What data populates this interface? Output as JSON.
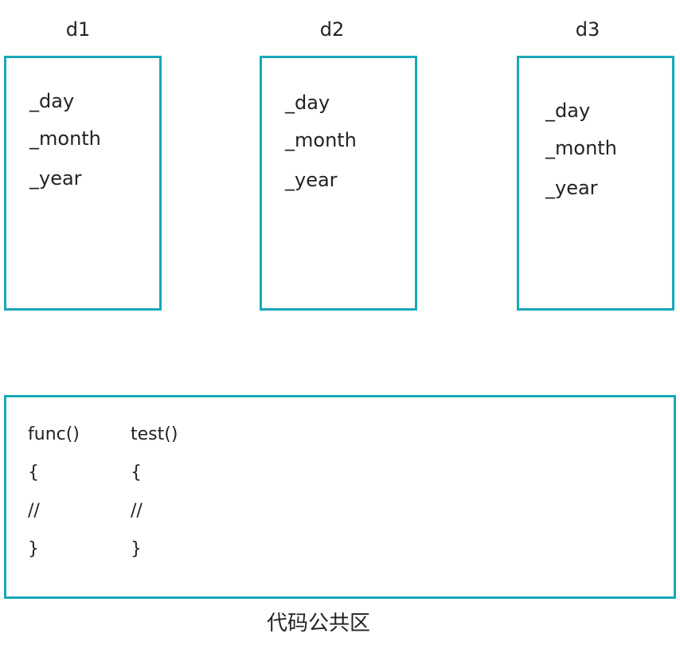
{
  "objects": [
    {
      "title": "d1",
      "members": [
        "_day",
        "_month",
        "_year"
      ]
    },
    {
      "title": "d2",
      "members": [
        "_day",
        "_month",
        "_year"
      ]
    },
    {
      "title": "d3",
      "members": [
        "_day",
        "_month",
        "_year"
      ]
    }
  ],
  "code_area": {
    "functions": [
      {
        "lines": [
          "func()",
          "{",
          "//",
          "}"
        ]
      },
      {
        "lines": [
          "test()",
          "{",
          "//",
          "}"
        ]
      }
    ],
    "caption": "代码公共区"
  },
  "colors": {
    "border": "#17a8b8",
    "text": "#222222"
  }
}
